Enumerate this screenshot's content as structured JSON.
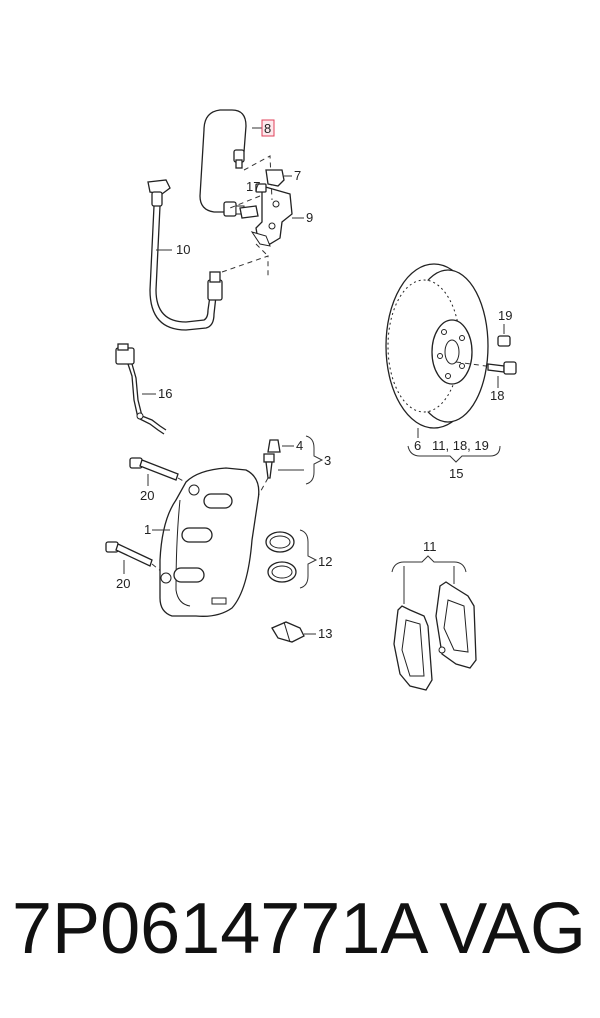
{
  "callouts": {
    "c1": "1",
    "c3": "3",
    "c4": "4",
    "c6": "6",
    "c7": "7",
    "c8": "8",
    "c9": "9",
    "c10": "10",
    "c11_top": "11",
    "c11_18_19": "11, 18, 19",
    "c12": "12",
    "c13": "13",
    "c15": "15",
    "c16": "16",
    "c17": "17",
    "c18": "18",
    "c19": "19",
    "c20_upper": "20",
    "c20_lower": "20"
  },
  "highlight_color": "#e0405a",
  "caption": {
    "part_number": "7P0614771A",
    "brand": "VAG"
  }
}
